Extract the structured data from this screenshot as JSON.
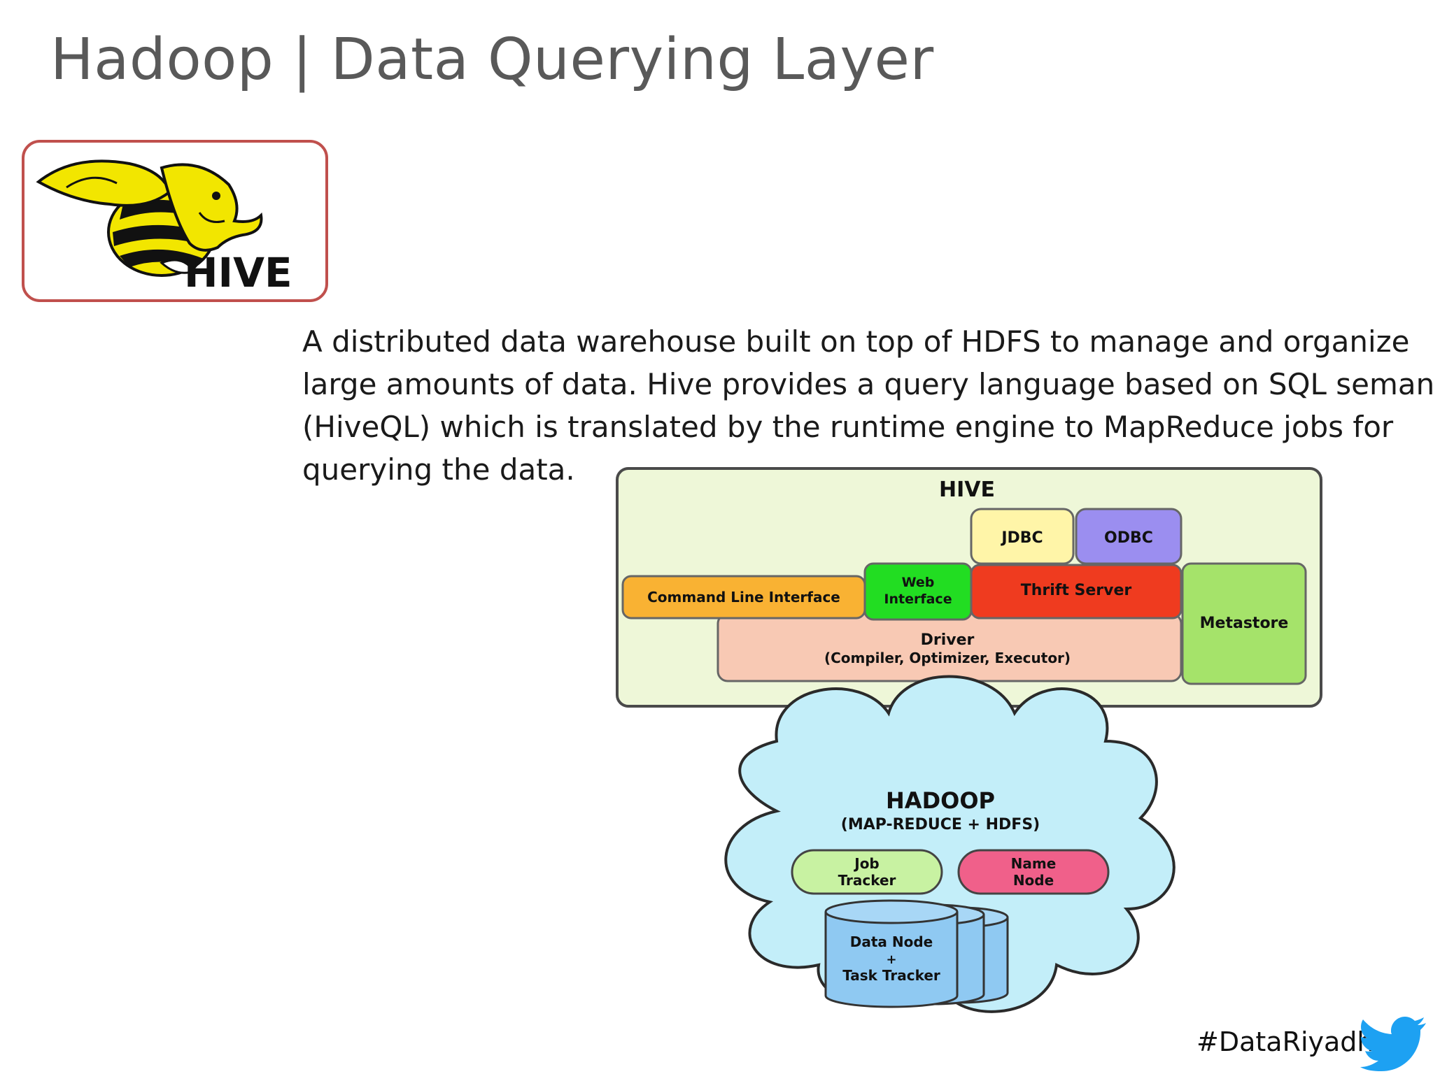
{
  "slide": {
    "title": "Hadoop | Data Querying Layer",
    "logo_text": "HIVE",
    "description_lines": [
      "A distributed data warehouse built on top of HDFS to manage and organize",
      "large amounts of data. Hive provides a query language based on SQL semantic",
      "(HiveQL) which is translated by the runtime engine to MapReduce jobs for",
      "querying the data."
    ],
    "hashtag": "#DataRiyadh"
  },
  "diagram": {
    "hive": {
      "title": "HIVE",
      "jdbc": "JDBC",
      "odbc": "ODBC",
      "cli": "Command Line Interface",
      "web_line1": "Web",
      "web_line2": "Interface",
      "thrift": "Thrift Server",
      "metastore": "Metastore",
      "driver": "Driver",
      "driver_sub": "(Compiler, Optimizer, Executor)"
    },
    "hadoop": {
      "title": "HADOOP",
      "subtitle": "(MAP-REDUCE + HDFS)",
      "job_line1": "Job",
      "job_line2": "Tracker",
      "name_line1": "Name",
      "name_line2": "Node",
      "data_line1": "Data Node",
      "data_line2": "+",
      "data_line3": "Task Tracker"
    }
  },
  "colors": {
    "title_gray": "#595959",
    "logo_border": "#c0504d",
    "hive_panel": "#eef7d8",
    "jdbc": "#fff5a8",
    "odbc": "#9b8ef0",
    "cli": "#f9b233",
    "web": "#22dd22",
    "thrift": "#ef3b1f",
    "metastore": "#a5e36a",
    "driver": "#f8c9b4",
    "cloud": "#c3eef9",
    "job_tracker": "#c8f2a2",
    "name_node": "#f0608a",
    "data_node": "#8fc9f2",
    "arrow": "#a08be0",
    "twitter": "#1da1f2"
  },
  "icons": [
    "hive-logo-icon",
    "twitter-bird-icon"
  ]
}
